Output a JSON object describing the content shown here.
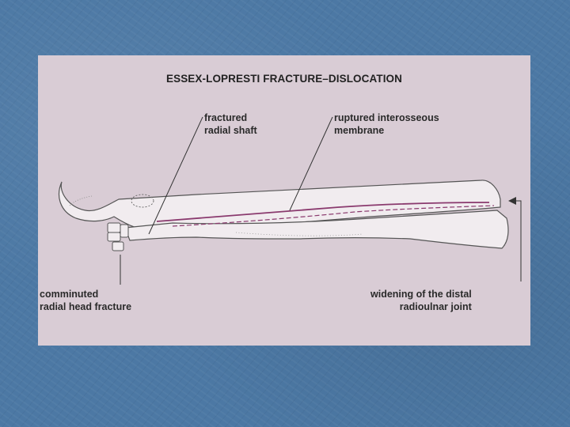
{
  "figure": {
    "title": "ESSEX-LOPRESTI FRACTURE–DISLOCATION",
    "labels": {
      "fractured_radial_shaft": [
        "fractured",
        "radial shaft"
      ],
      "ruptured_interosseous_membrane": [
        "ruptured interosseous",
        "membrane"
      ],
      "comminuted_radial_head_fracture": [
        "comminuted",
        "radial head fracture"
      ],
      "widening_distal_radioulnar_joint": [
        "widening of the distal",
        "radioulnar joint"
      ]
    }
  },
  "colors": {
    "slide_background": "#4c78a4",
    "panel_background": "#d9ccd5",
    "bone_fill": "#f1ecef",
    "membrane_line": "#8a3a6e"
  }
}
